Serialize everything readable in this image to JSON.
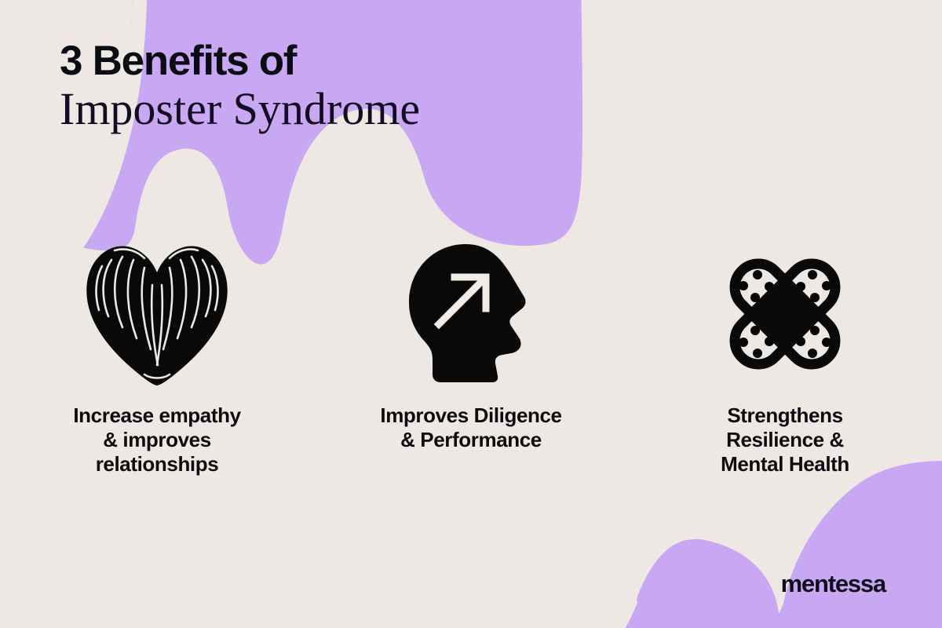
{
  "theme": {
    "background_color": "#EDE8E3",
    "accent_purple": "#C8A8F2",
    "ink_color": "#0B0B14"
  },
  "title": {
    "line1": "3 Benefits of",
    "line2": "Imposter Syndrome"
  },
  "benefits": [
    {
      "icon": "scribbled-heart-icon",
      "caption": "Increase empathy\n& improves\nrelationships"
    },
    {
      "icon": "head-with-up-right-arrow-icon",
      "caption": "Improves Diligence\n& Performance"
    },
    {
      "icon": "crossed-bandages-icon",
      "caption": "Strengthens\nResilience &\nMental Health"
    }
  ],
  "logo": {
    "text": "mentessa"
  }
}
